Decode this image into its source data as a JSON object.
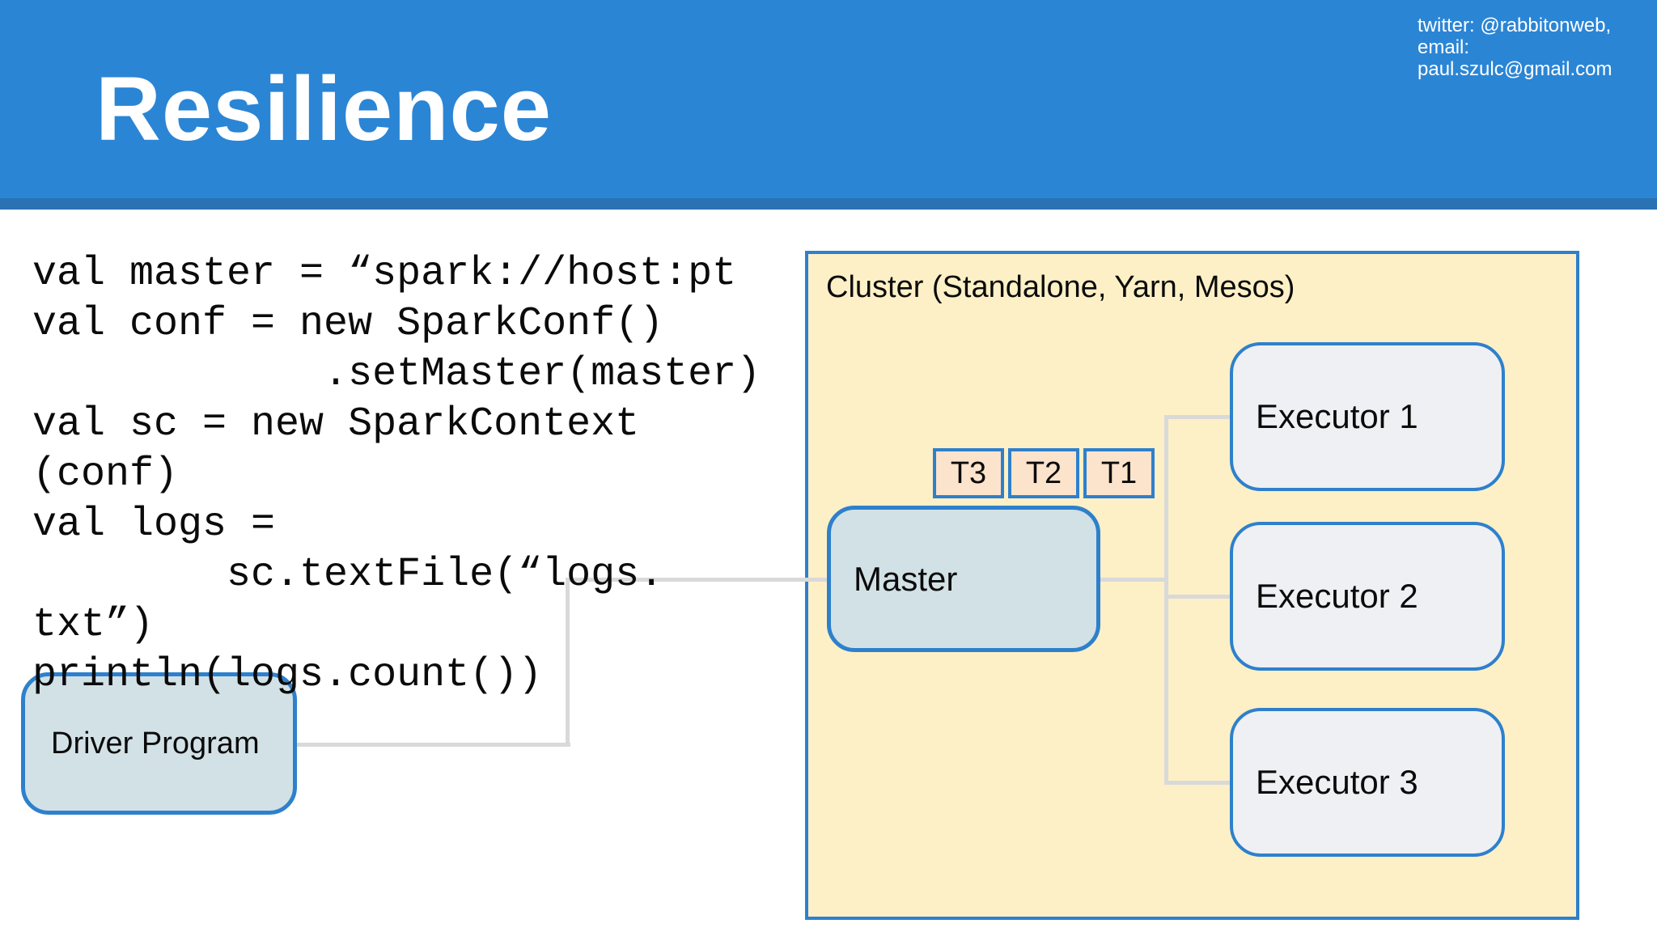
{
  "header": {
    "title": "Resilience",
    "contact_line1": "twitter: @rabbitonweb,",
    "contact_line2": "email: paul.szulc@gmail.com"
  },
  "code": {
    "lines": [
      "val master = “spark://host:pt",
      "val conf = new SparkConf()",
      "            .setMaster(master)",
      "val sc = new SparkContext",
      "(conf)",
      "val logs =",
      "        sc.textFile(“logs.",
      "txt”)",
      "println(logs.count())"
    ]
  },
  "diagram": {
    "cluster_label": "Cluster (Standalone, Yarn, Mesos)",
    "driver_label": "Driver Program",
    "master_label": "Master",
    "tasks": [
      "T3",
      "T2",
      "T1"
    ],
    "executors": [
      "Executor 1",
      "Executor 2",
      "Executor 3"
    ]
  },
  "colors": {
    "header_blue": "#2b85d5",
    "header_strip": "#2a72b4",
    "cluster_fill": "#fdf0c6",
    "border_blue": "#2e80cc",
    "task_fill": "#fbe3cc",
    "node_fill": "#d2e1e5",
    "executor_fill": "#eef0f3",
    "connector_gray": "#d9d9d9",
    "text_dark": "#0b0b0b",
    "text_white": "#ffffff"
  }
}
